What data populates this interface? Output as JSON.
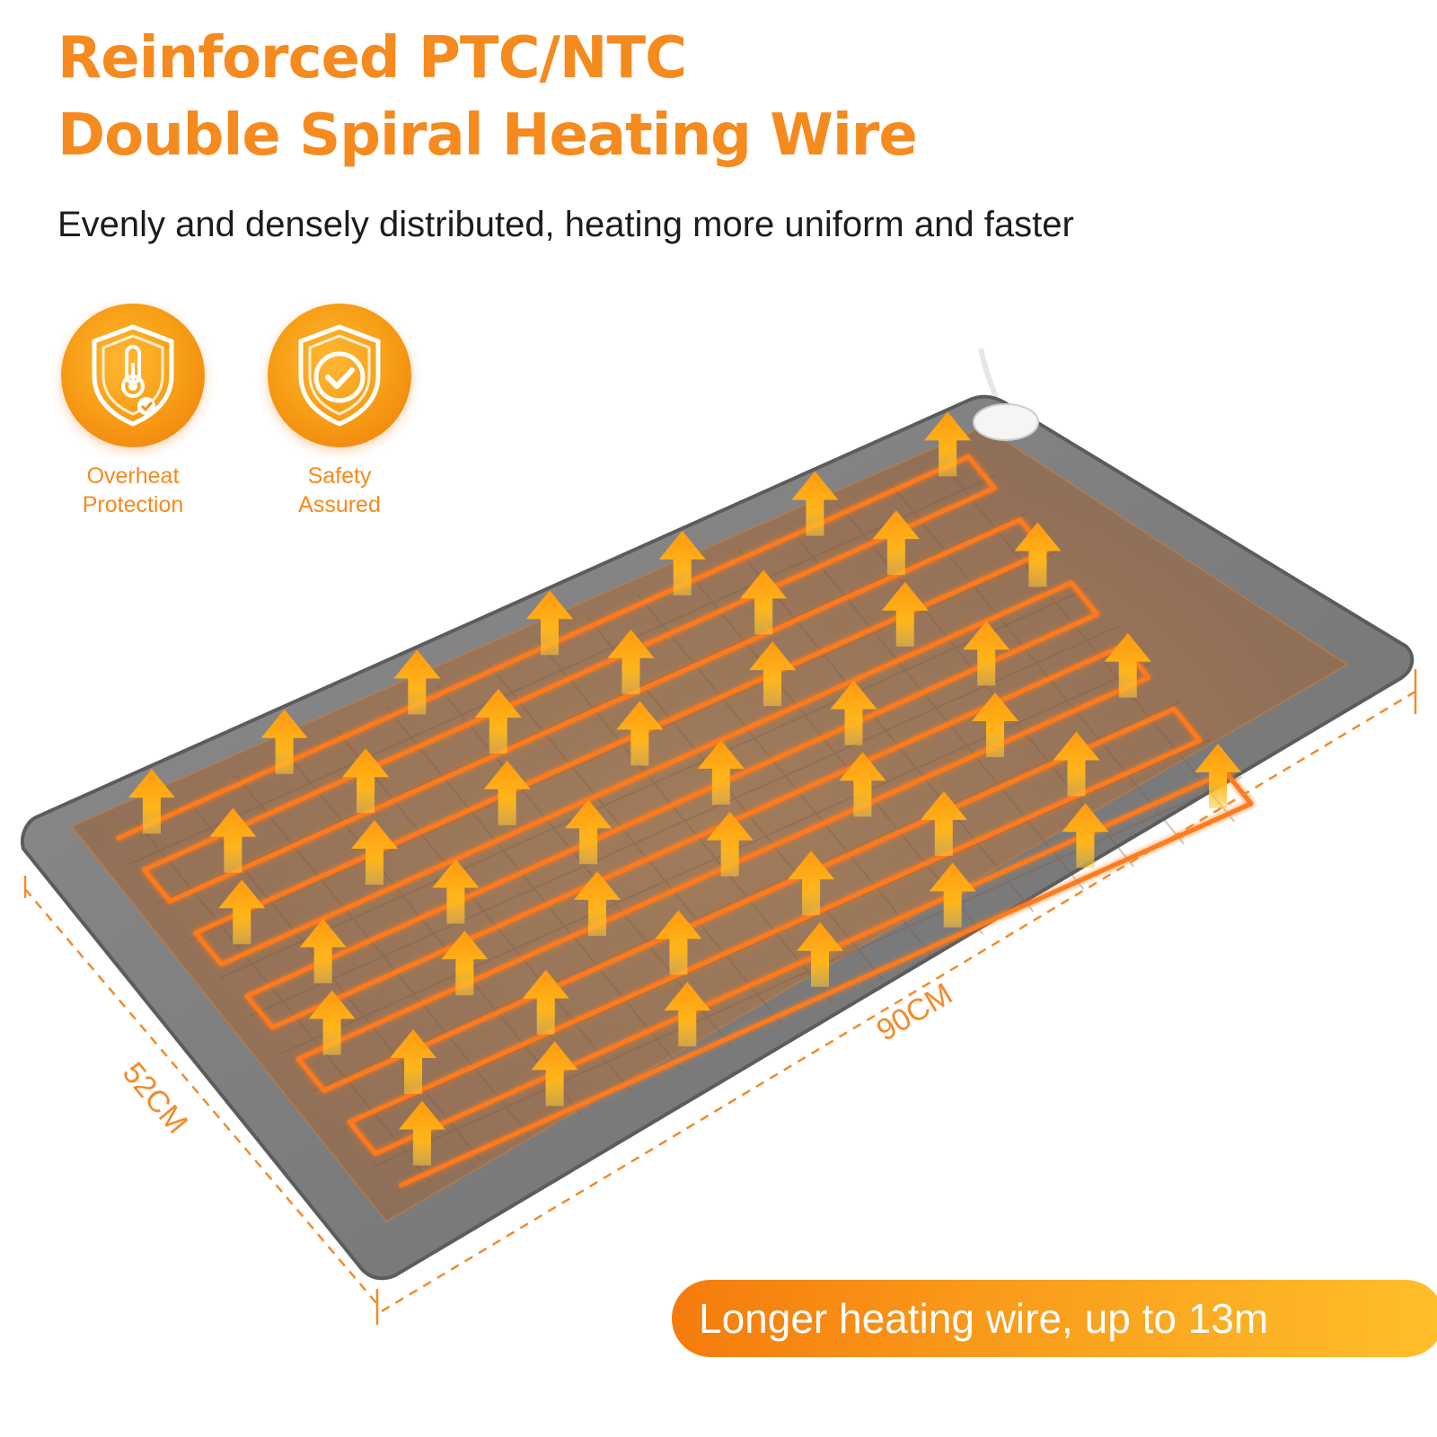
{
  "header": {
    "title_line1": "Reinforced PTC/NTC",
    "title_line2": "Double Spiral Heating Wire",
    "subtitle": "Evenly and densely distributed, heating more uniform and faster"
  },
  "badges": [
    {
      "label_line1": "Overheat",
      "label_line2": "Protection",
      "icon": "shield-thermometer-icon"
    },
    {
      "label_line1": "Safety",
      "label_line2": "Assured",
      "icon": "shield-check-icon"
    }
  ],
  "dimensions": {
    "length": "90CM",
    "width": "52CM"
  },
  "callout": "Longer heating wire, up to 13m",
  "colors": {
    "accent": "#f58a1f",
    "wire": "#ff7a1a",
    "pad_gray": "#8a8a8a",
    "pad_center": "#9c7a5a",
    "arrow": "#ffad14"
  }
}
